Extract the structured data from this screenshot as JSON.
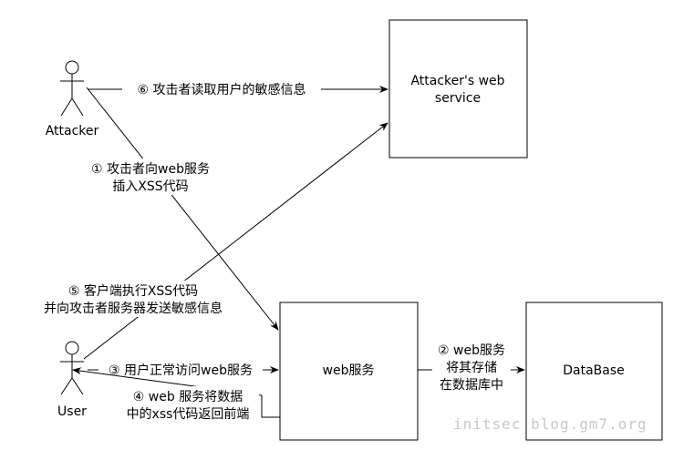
{
  "actors": {
    "attacker": {
      "label": "Attacker"
    },
    "user": {
      "label": "User"
    }
  },
  "boxes": {
    "attacker_service": {
      "line1": "Attacker's web",
      "line2": "service"
    },
    "web_service": {
      "label": "web服务"
    },
    "database": {
      "label": "DataBase"
    }
  },
  "edges": {
    "step1": {
      "line1": "① 攻击者向web服务",
      "line2": "插入XSS代码"
    },
    "step2": {
      "line1": "② web服务",
      "line2": "将其存储",
      "line3": "在数据库中"
    },
    "step3": {
      "line1": "③ 用户正常访问web服务"
    },
    "step4": {
      "line1": "④ web 服务将数据",
      "line2": "中的xss代码返回前端"
    },
    "step5": {
      "line1": "⑤ 客户端执行XSS代码",
      "line2": "并向攻击者服务器发送敏感信息"
    },
    "step6": {
      "line1": "⑥ 攻击者读取用户的敏感信息"
    }
  },
  "watermark": "initsec blog.gm7.org"
}
